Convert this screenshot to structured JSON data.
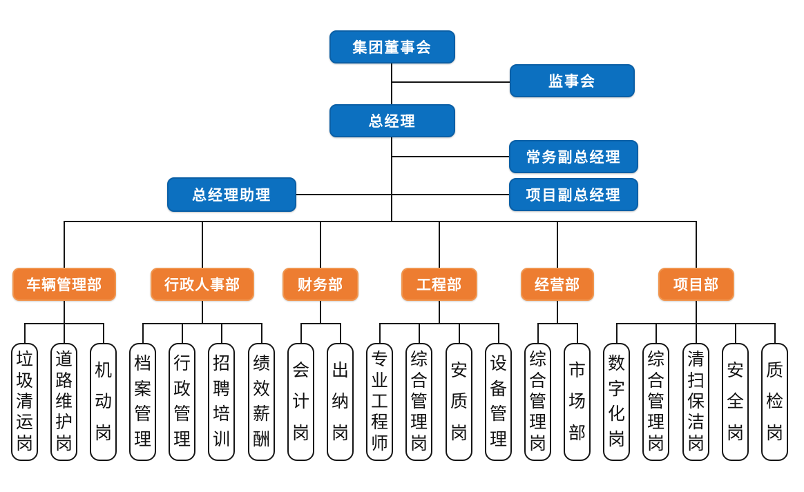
{
  "colors": {
    "executive_box_blue": "#0C70C0",
    "department_box_orange": "#ED7D31",
    "position_box_border": "#141414",
    "connector_line": "#141414",
    "box_text_white": "#FFFFFF",
    "position_text_black": "#111111"
  },
  "org": {
    "board": "集团董事会",
    "supervisory": "监事会",
    "general_manager": "总经理",
    "executive_deputy_gm": "常务副总经理",
    "gm_assistant": "总经理助理",
    "project_deputy_gm": "项目副总经理",
    "departments": [
      {
        "label": "车辆管理部",
        "children": [
          "垃圾清运岗",
          "道路维护岗",
          "机动岗"
        ]
      },
      {
        "label": "行政人事部",
        "children": [
          "档案管理",
          "行政管理",
          "招聘培训",
          "绩效薪酬"
        ]
      },
      {
        "label": "财务部",
        "children": [
          "会计岗",
          "出纳岗"
        ]
      },
      {
        "label": "工程部",
        "children": [
          "专业工程师",
          "综合管理岗",
          "安质岗",
          "设备管理"
        ]
      },
      {
        "label": "经营部",
        "children": [
          "综合管理岗",
          "市场部"
        ]
      },
      {
        "label": "项目部",
        "children": [
          "数字化岗",
          "综合管理岗",
          "清扫保洁岗",
          "安全岗",
          "质检岗"
        ]
      }
    ]
  }
}
